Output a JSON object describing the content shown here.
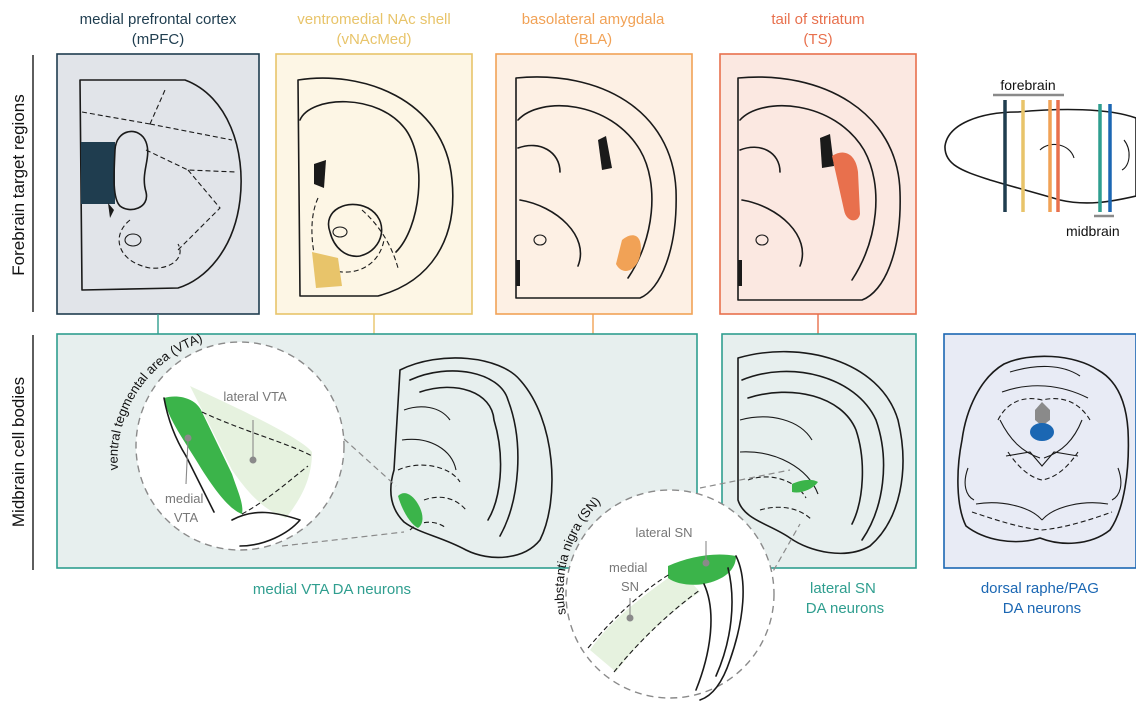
{
  "colors": {
    "mpfc": "#1f3d4f",
    "vnac": "#e8c46a",
    "bla": "#f1a256",
    "ts": "#e8704d",
    "green": "#3bb44a",
    "teal": "#2f9e8f",
    "blue": "#1b67b3",
    "gray": "#8a8a8a"
  },
  "row_labels": {
    "forebrain": "Forebrain target regions",
    "midbrain": "Midbrain cell bodies"
  },
  "targets": [
    {
      "id": "mpfc",
      "name": "medial prefrontal cortex",
      "abbr": "(mPFC)"
    },
    {
      "id": "vnac",
      "name": "ventromedial NAc shell",
      "abbr": "(vNAcMed)"
    },
    {
      "id": "bla",
      "name": "basolateral amygdala",
      "abbr": "(BLA)"
    },
    {
      "id": "ts",
      "name": "tail of striatum",
      "abbr": "(TS)"
    }
  ],
  "sagittal": {
    "forebrain": "forebrain",
    "midbrain": "midbrain"
  },
  "vta_inset": {
    "region": "ventral tegmental area (VTA)",
    "lateral": "lateral VTA",
    "medial": "medial\nVTA"
  },
  "sn_inset": {
    "region": "substantia nigra (SN)",
    "lateral": "lateral SN",
    "medial": "medial\nSN"
  },
  "captions": {
    "vta": "medial VTA DA neurons",
    "sn": "lateral SN\nDA neurons",
    "raphe": "dorsal raphe/PAG\nDA neurons"
  }
}
